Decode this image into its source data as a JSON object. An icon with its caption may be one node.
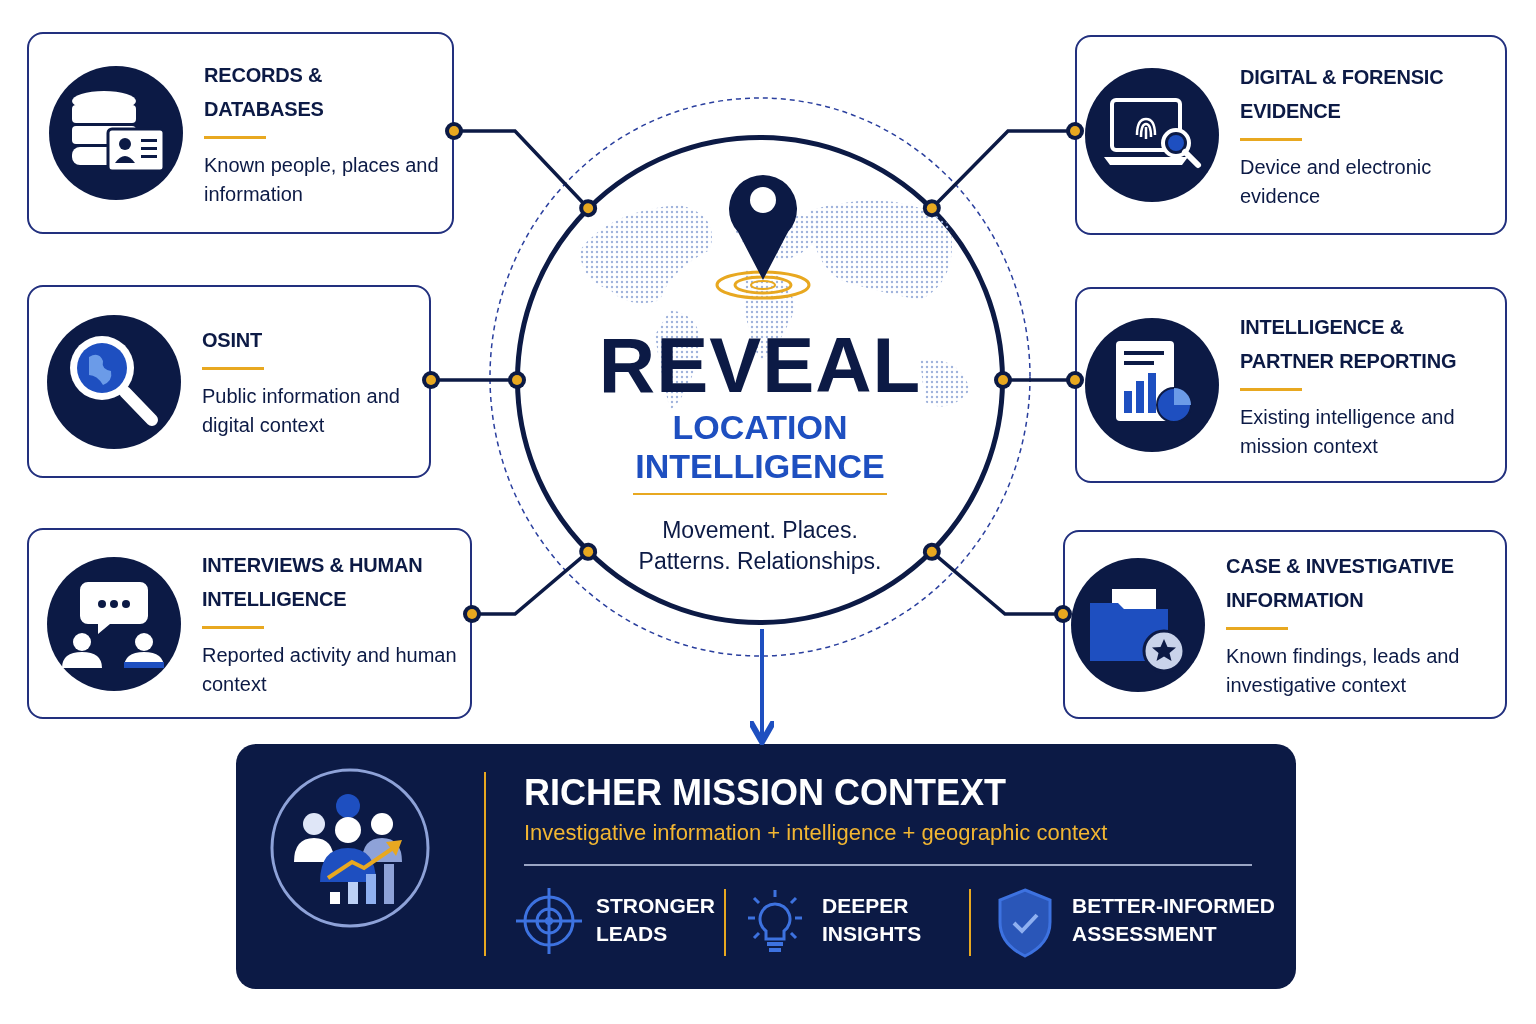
{
  "diagram": {
    "nodes": [
      {
        "text": [
          "REVEAL",
          "LOCATION INTELLIGENCE",
          "Movement. Places. Patterns. Relationships."
        ]
      },
      {
        "text": [
          "RECORDS & DATABASES",
          "Known people, places and information"
        ]
      },
      {
        "text": [
          "DIGITAL & FORENSIC EVIDENCE",
          "Device and electronic evidence"
        ]
      },
      {
        "text": [
          "OSINT",
          "Public information and digital context"
        ]
      },
      {
        "text": [
          "INTELLIGENCE & PARTNER REPORTING",
          "Existing intelligence and mission context"
        ]
      },
      {
        "text": [
          "INTERVIEWS & HUMAN INTELLIGENCE",
          "Reported activity and human context"
        ]
      },
      {
        "text": [
          "CASE & INVESTIGATIVE INFORMATION",
          "Known findings, leads and investigative context"
        ]
      },
      {
        "text": [
          "RICHER MISSION CONTEXT",
          "Investigative information + intelligence + geographic context"
        ]
      },
      {
        "text": [
          "STRONGER LEADS"
        ],
        "in": 7
      },
      {
        "text": [
          "DEEPER INSIGHTS"
        ],
        "in": 7
      },
      {
        "text": [
          "BETTER-INFORMED ASSESSMENT"
        ],
        "in": 7
      }
    ],
    "edges": [
      {
        "from": 1,
        "to": 0,
        "arrow": "other"
      },
      {
        "from": 2,
        "to": 0,
        "arrow": "other"
      },
      {
        "from": 3,
        "to": 0,
        "arrow": "other"
      },
      {
        "from": 4,
        "to": 0,
        "arrow": "other"
      },
      {
        "from": 5,
        "to": 0,
        "arrow": "other"
      },
      {
        "from": 6,
        "to": 0,
        "arrow": "other"
      },
      {
        "from": 0,
        "to": 7,
        "arrow": "to",
        "color": "#1e4fc0"
      }
    ]
  }
}
